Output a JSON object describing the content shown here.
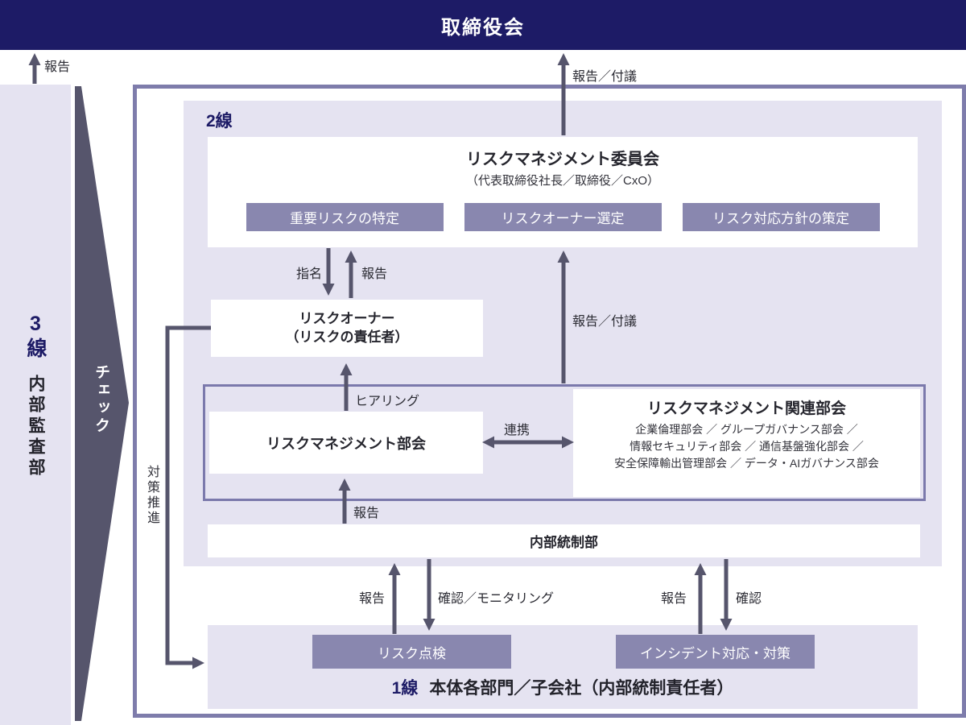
{
  "board": {
    "label": "取締役会"
  },
  "line3": {
    "line_label": "3線",
    "dept_label": "内部監査部",
    "check_arrow": "チェック"
  },
  "line2": {
    "label": "2線",
    "committee": {
      "title": "リスクマネジメント委員会",
      "subtitle": "（代表取締役社長／取締役／CxO）",
      "actions": [
        "重要リスクの特定",
        "リスクオーナー選定",
        "リスク対応方針の策定"
      ]
    },
    "risk_owner": {
      "title": "リスクオーナー",
      "subtitle": "（リスクの責任者）"
    },
    "risk_subcommittee": {
      "title": "リスクマネジメント部会"
    },
    "related_subcommittees": {
      "title": "リスクマネジメント関連部会",
      "members_lines": [
        "企業倫理部会 ／ グループガバナンス部会 ／",
        "情報セキュリティ部会 ／ 通信基盤強化部会 ／",
        "安全保障輸出管理部会 ／ データ・AIガバナンス部会"
      ]
    },
    "internal_control_dept": {
      "title": "内部統制部"
    }
  },
  "line1": {
    "label": "1線",
    "title": "本体各部門／子会社（内部統制責任者）",
    "actions": [
      "リスク点検",
      "インシデント対応・対策"
    ]
  },
  "arrow_labels": {
    "audit_to_board": "報告",
    "committee_to_board": "報告／付議",
    "appointment": "指名",
    "owner_to_committee": "報告",
    "hearing": "ヒアリング",
    "subcommittee_to_committee": "報告／付議",
    "collaboration": "連携",
    "ic_to_subcommittee": "報告",
    "countermeasure_promotion": "対策推進",
    "line1_report_left": "報告",
    "monitoring": "確認／モニタリング",
    "line1_report_right": "報告",
    "confirmation": "確認"
  },
  "colors": {
    "navy": "#1d1b66",
    "lavender": "#e5e3f1",
    "purple": "#8987af",
    "arrow_dark": "#56556c",
    "border_purple": "#7e7cab"
  }
}
